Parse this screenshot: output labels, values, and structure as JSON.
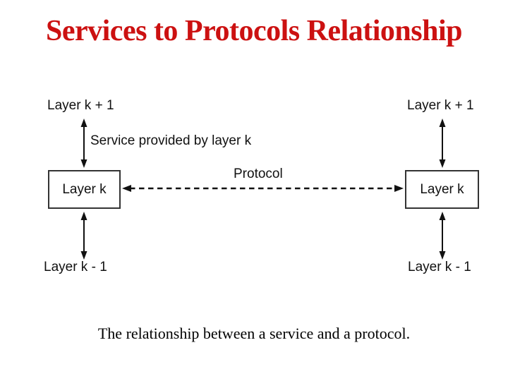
{
  "slide": {
    "title": "Services to Protocols Relationship",
    "caption": "The relationship between a service and a protocol."
  },
  "diagram": {
    "left_stack": {
      "top_label": "Layer k + 1",
      "box_label": "Layer k",
      "bottom_label": "Layer k - 1"
    },
    "right_stack": {
      "top_label": "Layer k + 1",
      "box_label": "Layer k",
      "bottom_label": "Layer k - 1"
    },
    "service_label": "Service provided by layer k",
    "protocol_label": "Protocol"
  },
  "colors": {
    "title_red": "#cc1111",
    "ink": "#111111",
    "box_border": "#333333",
    "background": "#ffffff"
  }
}
